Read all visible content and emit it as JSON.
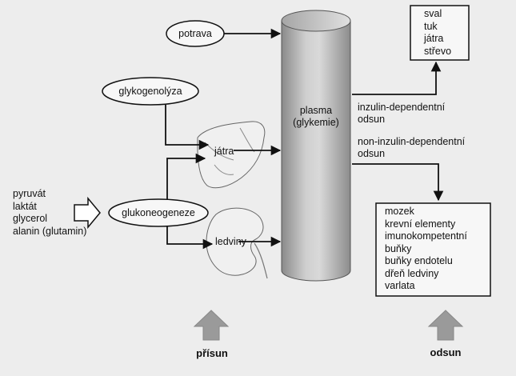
{
  "inputs": {
    "potrava": "potrava",
    "glykogenolyza": "glykogenolýza",
    "glukoneogeneze": "glukoneogeneze"
  },
  "precursors": [
    "pyruvát",
    "laktát",
    "glycerol",
    "alanin (glutamin)"
  ],
  "organs": {
    "jatra": "játra",
    "ledviny": "ledviny"
  },
  "plasma": {
    "line1": "plasma",
    "line2": "(glykemie)"
  },
  "insulin_dependent": {
    "label_line1": "inzulin-dependentní",
    "label_line2": "odsun",
    "targets": [
      "sval",
      "tuk",
      "játra",
      "střevo"
    ]
  },
  "non_insulin_dependent": {
    "label_line1": "non-inzulin-dependentní",
    "label_line2": "odsun",
    "targets": [
      "mozek",
      "krevní elementy",
      "imunokompetentní",
      "buňky",
      "buňky endotelu",
      "dřeň ledviny",
      "varlata"
    ]
  },
  "bottom": {
    "prisun": "přísun",
    "odsun": "odsun"
  },
  "colors": {
    "background": "#ededed",
    "cylinder_dark": "#8f8f8f",
    "cylinder_light": "#d6d6d6",
    "arrow_fill": "#9a9a9a"
  }
}
